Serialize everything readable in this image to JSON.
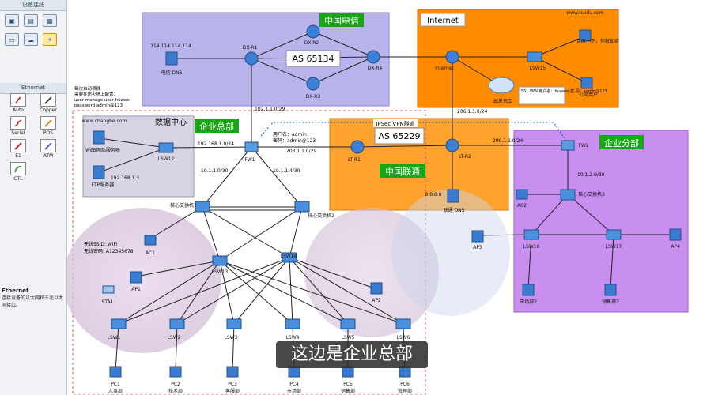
{
  "sidebar": {
    "device_panel_title": "设备连线",
    "ethernet_panel_title": "Ethernet",
    "cables": [
      {
        "label": "Auto",
        "icon": "auto-cable-icon"
      },
      {
        "label": "Copper",
        "icon": "copper-cable-icon"
      },
      {
        "label": "Serial",
        "icon": "serial-cable-icon"
      },
      {
        "label": "POS",
        "icon": "pos-cable-icon"
      },
      {
        "label": "E1",
        "icon": "e1-cable-icon"
      },
      {
        "label": "ATM",
        "icon": "atm-cable-icon"
      },
      {
        "label": "CTL",
        "icon": "ctl-cable-icon"
      }
    ],
    "desc_title": "Ethernet",
    "desc_text": "连接设备的以太网和千兆以太网接口。"
  },
  "areas": {
    "telecom": {
      "name": "中国电信",
      "as": "AS 65134",
      "color": "#b9b3ec"
    },
    "internet": {
      "name": "Internet",
      "color": "#ff8c00"
    },
    "unicom": {
      "name": "中国联通",
      "as": "AS 65229",
      "color": "#ffa22e"
    },
    "hq": {
      "name": "企业总部"
    },
    "datacenter": {
      "name": "数据中心"
    },
    "branch": {
      "name": "企业分部",
      "color": "#c88ff0"
    }
  },
  "devices": {
    "dx_r1": "DX-R1",
    "dx_r2": "DX-R2",
    "dx_r3": "DX-R3",
    "dx_r4": "DX-R4",
    "dns_dx": "电信 DNS",
    "dns_dx_ip": "114.114.114.114",
    "internet_r": "Internet",
    "lsw15": "LSW15",
    "baidu": "www.baidu.com",
    "pc_baidu": "百度一下，你就知道",
    "company_user": "公网用户",
    "travel": "出差员工",
    "ssl_vpn": "SSL VPN\n用户名：huawei\n密 码：admin@123",
    "lt_r1": "LT-R1",
    "lt_r2": "LT-R2",
    "dns_lt": "联通 DNS",
    "dns_lt_ip": "8.8.8.8",
    "ipsec": "IPSec VPN隧道",
    "fw1": "FW1",
    "fw2": "FW2",
    "web_server": "WEB网站服务器",
    "ftp_server": "FTP服务器",
    "lsw12": "LSW12",
    "changhe": "www.changhe.com",
    "ftp_ip": "192.168.1.3",
    "core1": "核心交换机1",
    "core2": "核心交换机2",
    "core3": "核心交换机3",
    "lsw13": "LSW13",
    "lsw14": "LSW14",
    "lsw16": "LSW16",
    "lsw17": "LSW17",
    "ac1": "AC1",
    "ac2": "AC2",
    "ap1": "AP1",
    "ap2": "AP2",
    "ap3": "AP3",
    "ap4": "AP4",
    "sta1": "STA1",
    "wifi_ssid": "无线SSID: WiFi",
    "wifi_pwd": "无线密码: A12345678",
    "lsw1": "LSW1",
    "lsw2": "LSW2",
    "lsw3": "LSW3",
    "lsw4": "LSW4",
    "lsw5": "LSW5",
    "lsw6": "LSW6",
    "pc1": "PC1",
    "pc2": "PC2",
    "pc3": "PC3",
    "pc4": "PC4",
    "pc5": "PC5",
    "pc6": "PC6",
    "dept1": "人事部",
    "dept2": "技术部",
    "dept3": "客服部",
    "dept4": "市场部",
    "dept5": "销售部",
    "dept6": "管理部",
    "pc_mkt2": "市场部2",
    "pc_sale2": "销售部2"
  },
  "annotations": {
    "login_note_l1": "每次自动项目",
    "login_note_l2": "需要在防火墙上配置：",
    "login_note_l3": "user-manage user huawei",
    "login_note_l4": "password admin@123",
    "fw_user": "用户名：admin",
    "fw_pwd": "密码：admin@123",
    "net_102": "102.1.1.0/29",
    "net_206": "206.1.1.0/24",
    "net_203": "203.1.1.0/29",
    "net_200": "200.1.1.0/24",
    "net_192": "192.168.1.0/24",
    "net_10_1_1": "10.1.1.0/30",
    "net_10_1_1_4": "10.1.1.4/30",
    "net_10_1_2": "10.1.2.0/30"
  },
  "subtitle": "这边是企业总部"
}
